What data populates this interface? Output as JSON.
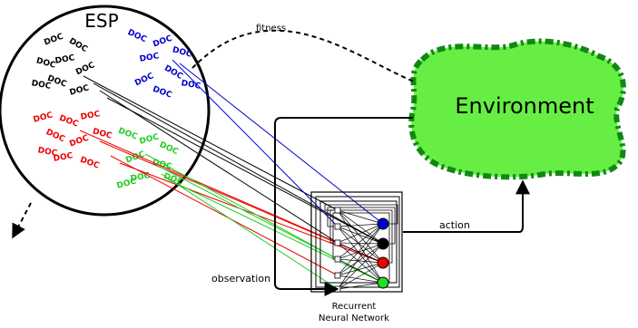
{
  "population": {
    "title": "ESP",
    "subpops": [
      {
        "color": "#000000",
        "blob_label": "DOC"
      },
      {
        "color": "#0000cc",
        "blob_label": "DOC"
      },
      {
        "color": "#ee0000",
        "blob_label": "DOC"
      },
      {
        "color": "#22cc22",
        "blob_label": "DOC"
      }
    ]
  },
  "environment": {
    "label": "Environment",
    "fill": "#66ee44",
    "edge": "#118811"
  },
  "labels": {
    "fitness": "fitness",
    "action": "action",
    "observation": "observation",
    "network_line1": "Recurrent",
    "network_line2": "Neural Network"
  },
  "neurons": [
    {
      "name": "blue",
      "color": "#0000cc"
    },
    {
      "name": "black",
      "color": "#000000"
    },
    {
      "name": "red",
      "color": "#ee0000"
    },
    {
      "name": "green",
      "color": "#22dd22"
    }
  ]
}
